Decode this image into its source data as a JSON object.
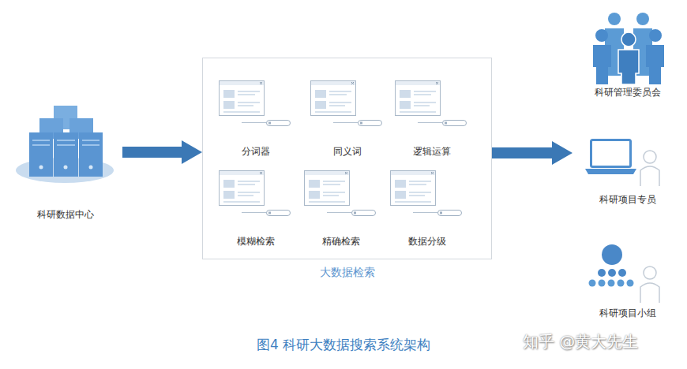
{
  "diagram": {
    "caption": "图4 科研大数据搜索系统架构",
    "nodes": [
      {
        "text": [
          "科研数据中心"
        ]
      },
      {
        "text": [
          "大数据检索"
        ]
      },
      {
        "text": [
          "分词器"
        ],
        "in": 1
      },
      {
        "text": [
          "同义词"
        ],
        "in": 1
      },
      {
        "text": [
          "逻辑运算"
        ],
        "in": 1
      },
      {
        "text": [
          "模糊检索"
        ],
        "in": 1
      },
      {
        "text": [
          "精确检索"
        ],
        "in": 1
      },
      {
        "text": [
          "数据分级"
        ],
        "in": 1
      },
      {
        "text": [
          "科研管理委员会"
        ]
      },
      {
        "text": [
          "科研项目专员"
        ]
      },
      {
        "text": [
          "科研项目小组"
        ]
      }
    ],
    "edges": [
      {
        "from": 0,
        "to": 1,
        "arrow": "to"
      },
      {
        "from": 1,
        "to": 9,
        "arrow": "to"
      }
    ],
    "labels": [
      "知乎 @黄大先生"
    ]
  }
}
